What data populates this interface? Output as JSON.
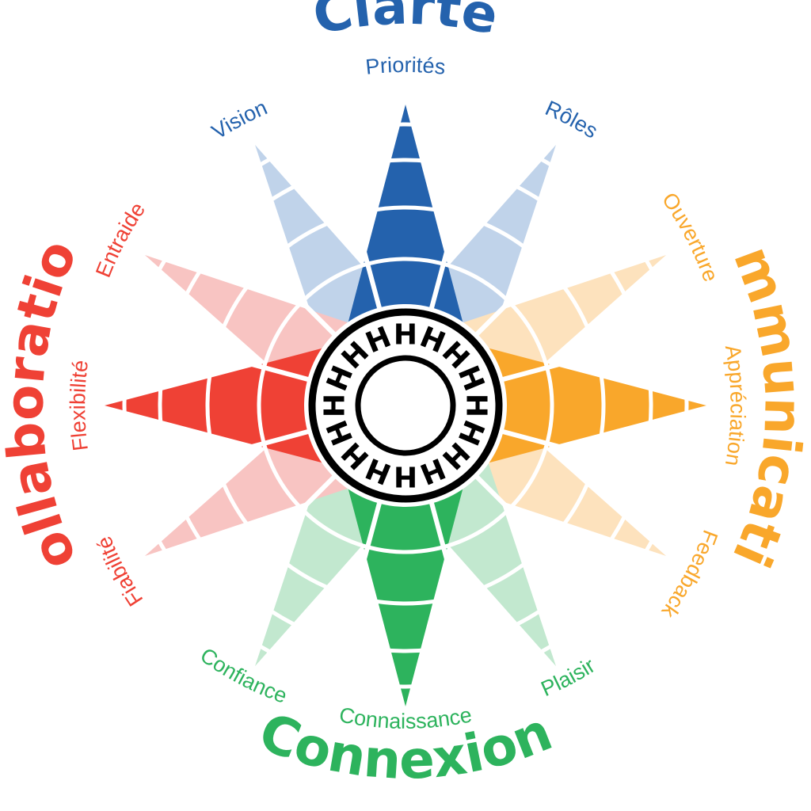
{
  "diagram": {
    "categories": [
      {
        "id": "clarte",
        "title": "Clarté",
        "color": "#2462ad",
        "light_color": "#c0d3ea",
        "labels": {
          "main": "Priorités",
          "left": "Vision",
          "right": "Rôles"
        }
      },
      {
        "id": "communication",
        "title": "Communication",
        "color": "#f9a72b",
        "light_color": "#fde2bd",
        "labels": {
          "main": "Appréciation",
          "left": "Ouverture",
          "right": "Feedback"
        }
      },
      {
        "id": "connexion",
        "title": "Connexion",
        "color": "#2db35d",
        "light_color": "#c2e8cf",
        "labels": {
          "main": "Connaissance",
          "left": "Plaisir",
          "right": "Confiance"
        }
      },
      {
        "id": "collaboration",
        "title": "Collaboration",
        "color": "#ef4135",
        "light_color": "#f8c4c2",
        "labels": {
          "main": "Flexibilité",
          "left": "Fiabilité",
          "right": "Entraide"
        }
      }
    ],
    "center": {
      "glyph": "H",
      "glyph_count": 16,
      "color": "#000000"
    }
  }
}
